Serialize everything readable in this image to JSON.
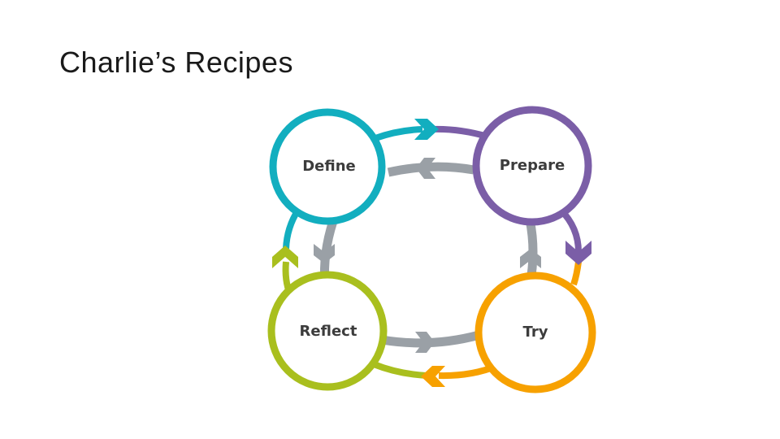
{
  "slide": {
    "title": "Charlie’s Recipes"
  },
  "diagram": {
    "nodes": [
      {
        "id": "define",
        "label": "Define",
        "color": "#12aebf"
      },
      {
        "id": "prepare",
        "label": "Prepare",
        "color": "#7b5ea7"
      },
      {
        "id": "try",
        "label": "Try",
        "color": "#f7a100"
      },
      {
        "id": "reflect",
        "label": "Reflect",
        "color": "#a9bf1e"
      }
    ],
    "inner_arrow_color": "#9aa0a6"
  }
}
